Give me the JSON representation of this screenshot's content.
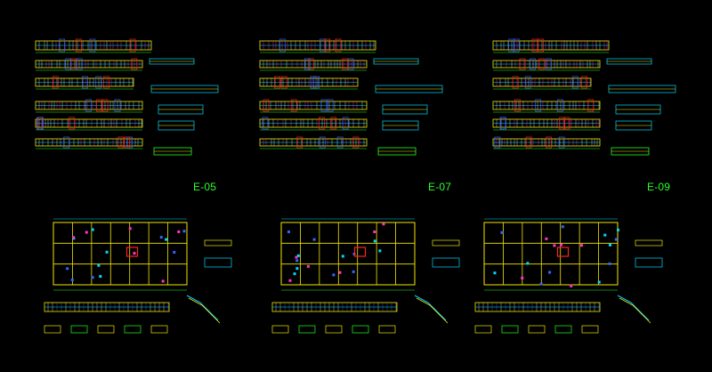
{
  "viewport": {
    "background": "#000000"
  },
  "sheet_labels": [
    "E-05",
    "E-07",
    "E-09"
  ],
  "colors": {
    "label": "#2bff2b",
    "beam_yellow": "#f2e600",
    "beam_cyan": "#00d8ff",
    "beam_magenta": "#ff33cc",
    "beam_red": "#ff2222",
    "beam_white": "#e8e8e8",
    "beam_blue": "#3366ff",
    "beam_green": "#20ff20"
  },
  "icons": {
    "title_block": "title-block-icon",
    "column_grid": "column-grid-icon"
  }
}
